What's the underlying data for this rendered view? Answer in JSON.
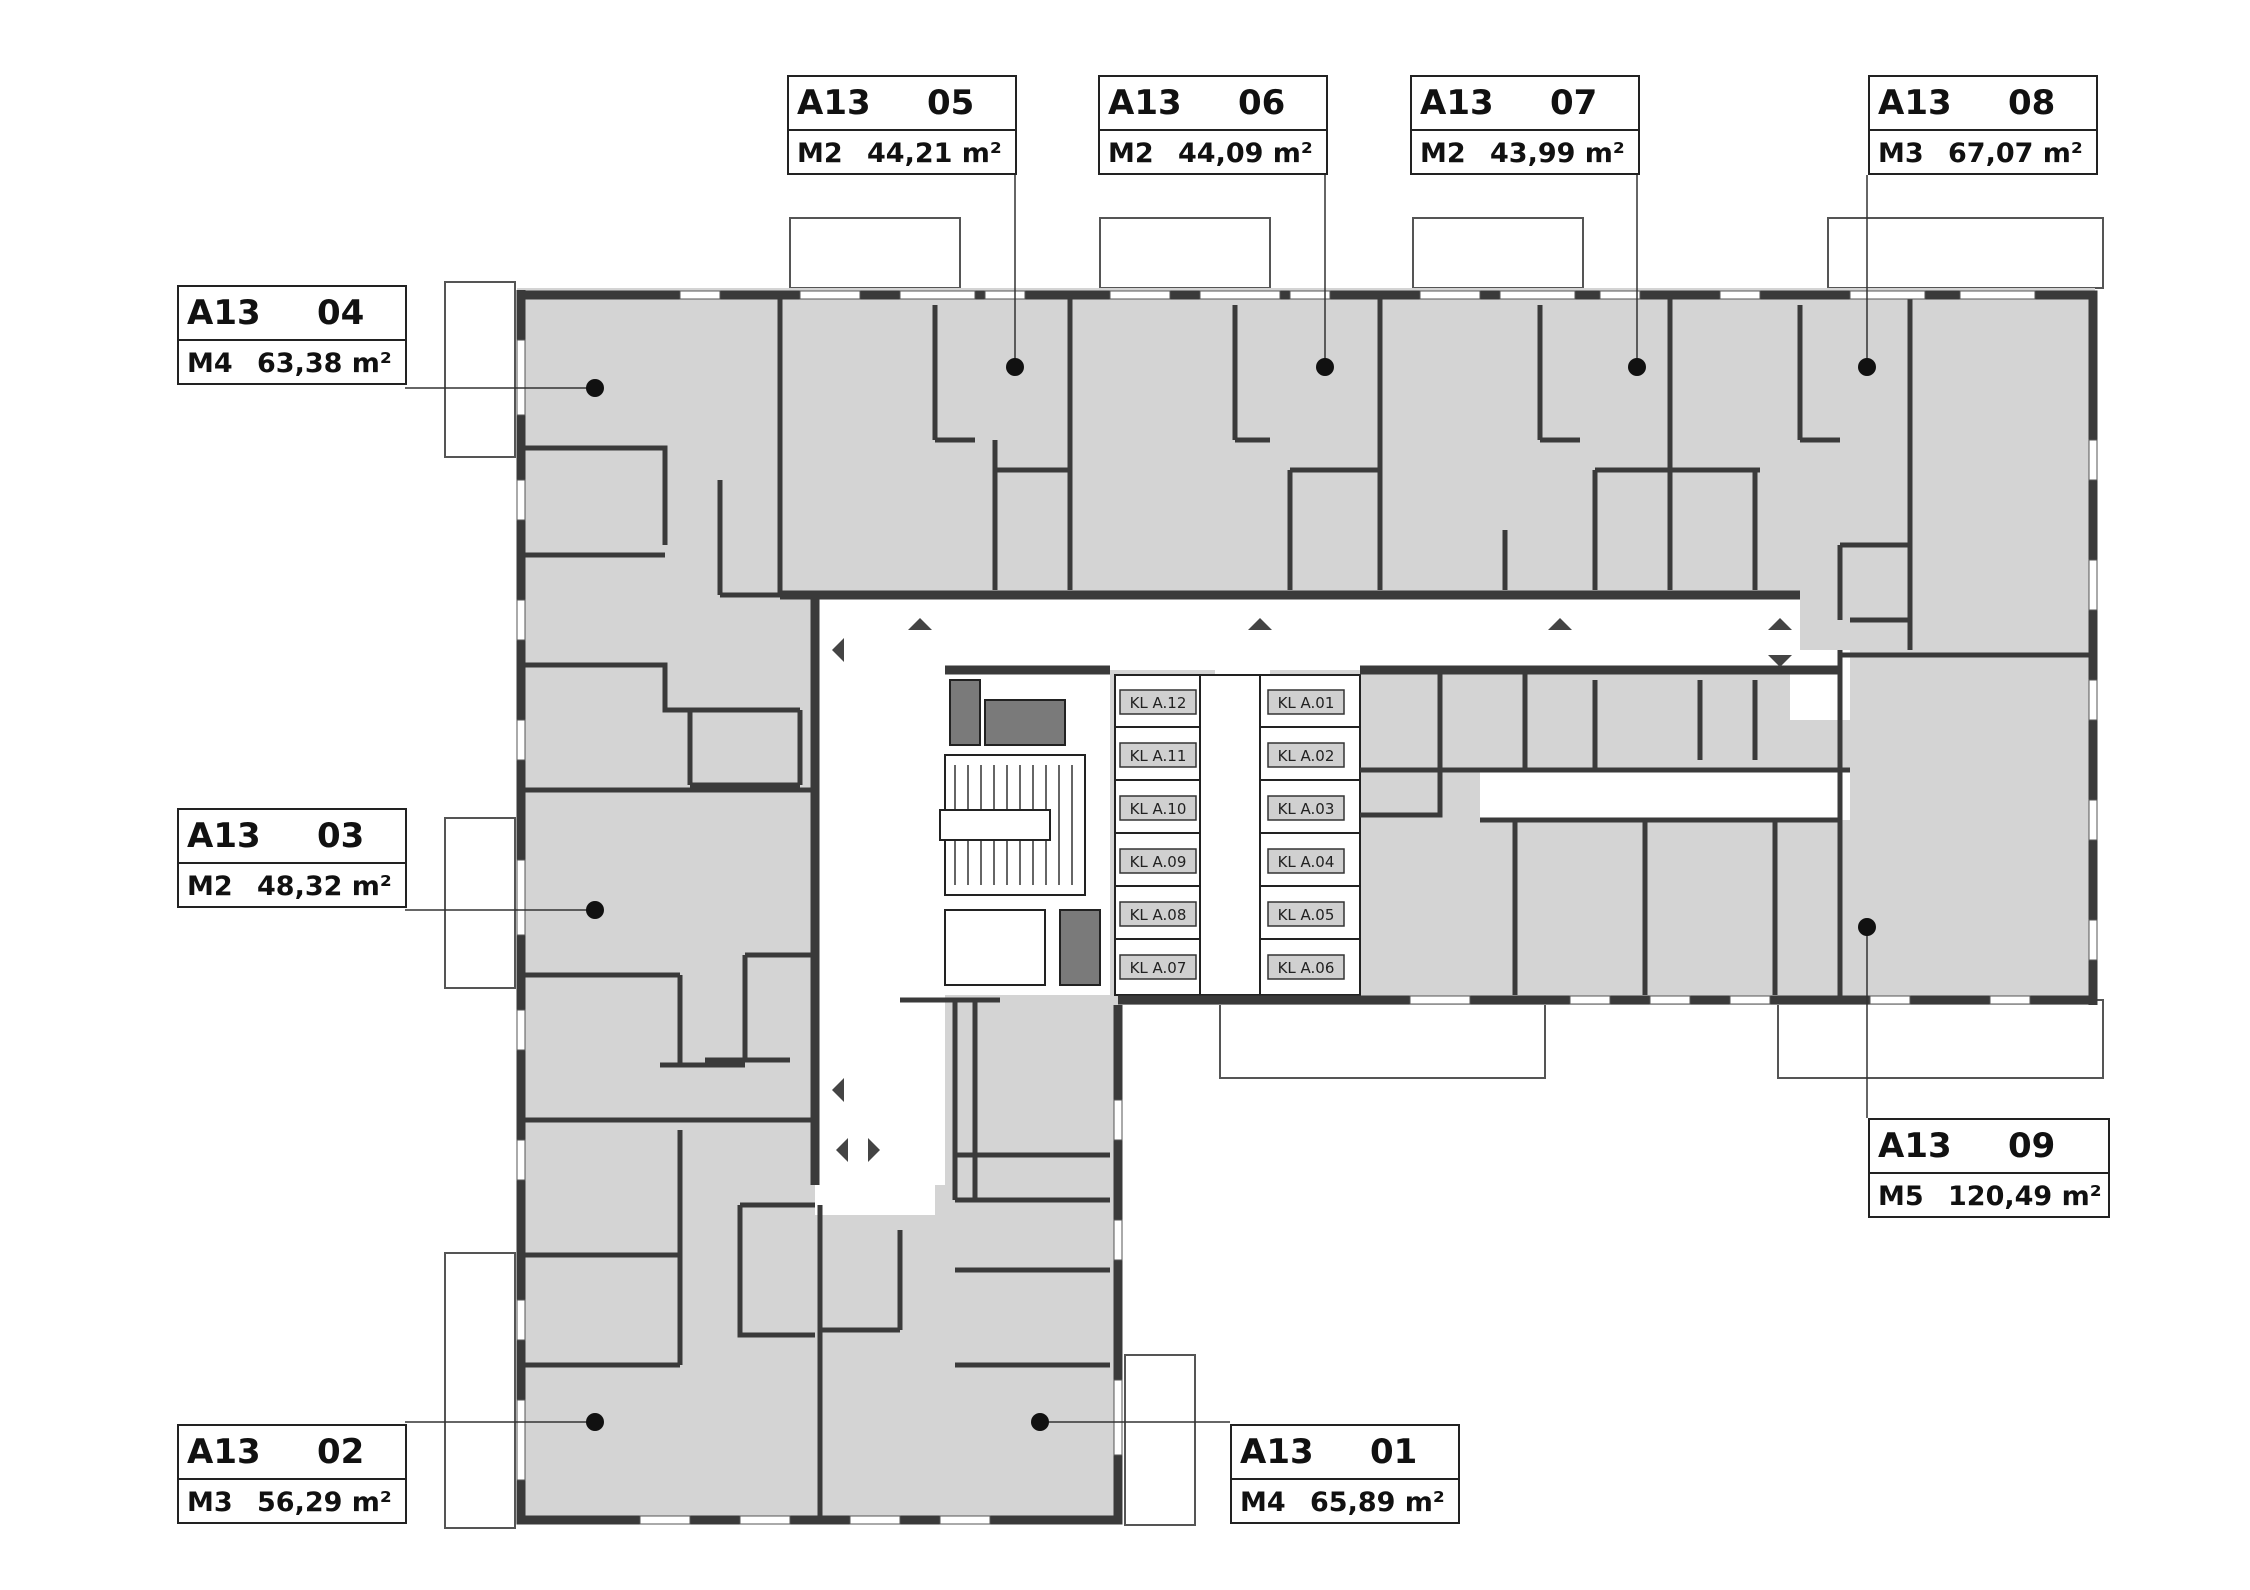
{
  "units": [
    {
      "building": "A13",
      "number": "01",
      "type": "M4",
      "area": "65,89 m²"
    },
    {
      "building": "A13",
      "number": "02",
      "type": "M3",
      "area": "56,29 m²"
    },
    {
      "building": "A13",
      "number": "03",
      "type": "M2",
      "area": "48,32 m²"
    },
    {
      "building": "A13",
      "number": "04",
      "type": "M4",
      "area": "63,38 m²"
    },
    {
      "building": "A13",
      "number": "05",
      "type": "M2",
      "area": "44,21 m²"
    },
    {
      "building": "A13",
      "number": "06",
      "type": "M2",
      "area": "44,09 m²"
    },
    {
      "building": "A13",
      "number": "07",
      "type": "M2",
      "area": "43,99 m²"
    },
    {
      "building": "A13",
      "number": "08",
      "type": "M3",
      "area": "67,07 m²"
    },
    {
      "building": "A13",
      "number": "09",
      "type": "M5",
      "area": "120,49 m²"
    }
  ],
  "storage": {
    "left": [
      "KL A.12",
      "KL A.11",
      "KL A.10",
      "KL A.09",
      "KL A.08",
      "KL A.07"
    ],
    "right": [
      "KL A.01",
      "KL A.02",
      "KL A.03",
      "KL A.04",
      "KL A.05",
      "KL A.06"
    ]
  },
  "colors": {
    "wall": "#3a3a3a",
    "room": "#d4d4d4",
    "corridor": "#ffffff",
    "line": "#222222"
  }
}
